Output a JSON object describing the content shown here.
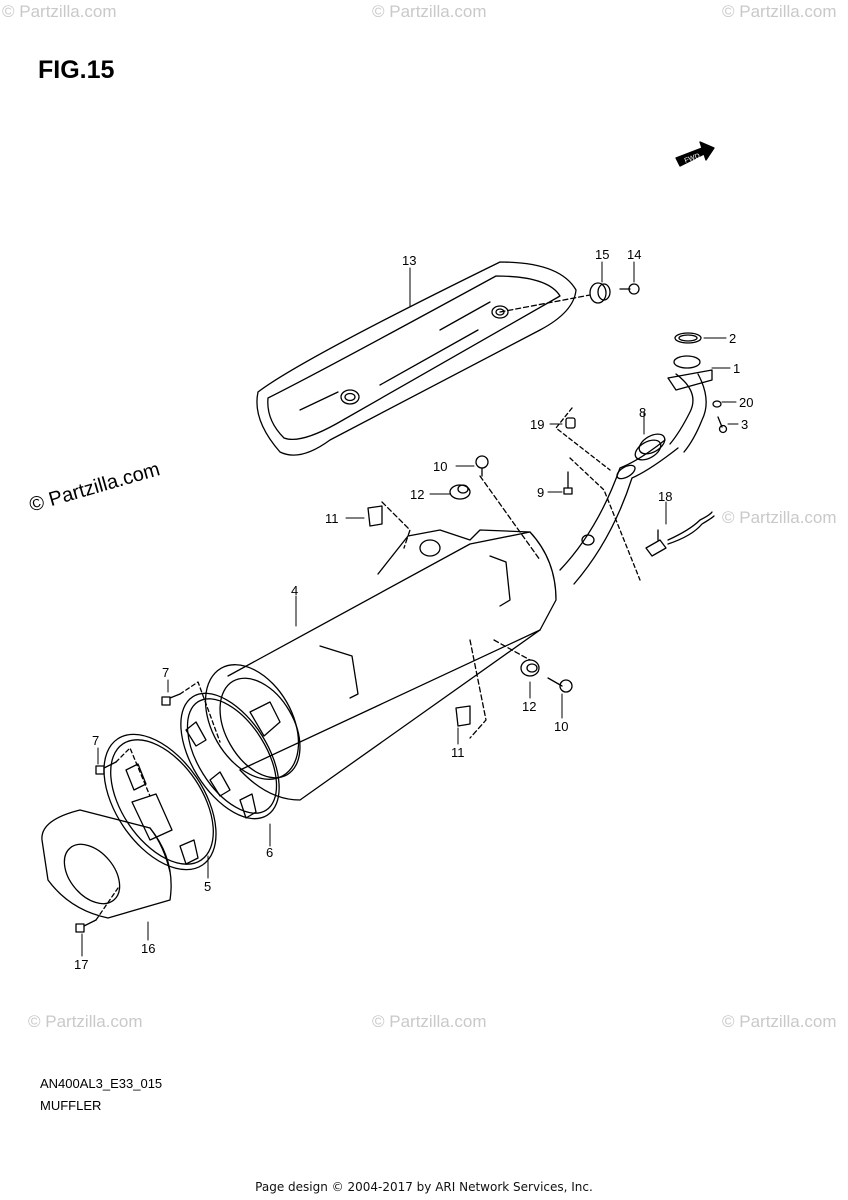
{
  "figure_title": "FIG.15",
  "fwd_badge": "FWD",
  "part_code": "AN400AL3_E33_015",
  "part_name": "MUFFLER",
  "footer_text": "Page design © 2004-2017 by ARI Network Services, Inc.",
  "watermark_main": "© Partzilla.com",
  "watermark_faint": "© Partzilla.com",
  "callouts": {
    "c1": "1",
    "c2": "2",
    "c3": "3",
    "c4": "4",
    "c5": "5",
    "c6": "6",
    "c7a": "7",
    "c7b": "7",
    "c8": "8",
    "c9": "9",
    "c10a": "10",
    "c10b": "10",
    "c11a": "11",
    "c11b": "11",
    "c12a": "12",
    "c12b": "12",
    "c13": "13",
    "c14": "14",
    "c15": "15",
    "c16": "16",
    "c17": "17",
    "c18": "18",
    "c19": "19",
    "c20": "20"
  }
}
